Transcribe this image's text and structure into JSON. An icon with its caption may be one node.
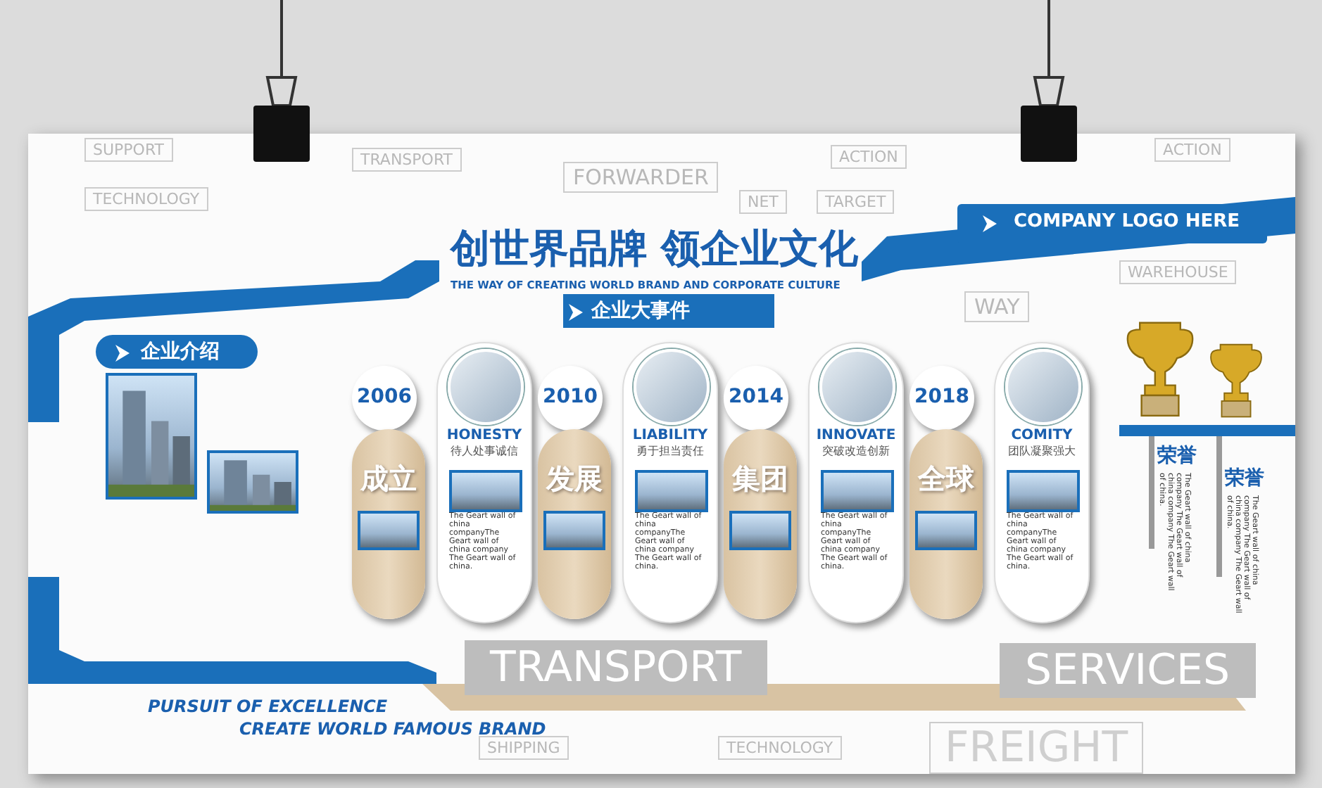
{
  "diagram": {
    "nodes": [
      {
        "text": [
          "创世界品牌 领企业文化",
          "THE WAY OF CREATING WORLD BRAND AND CORPORATE CULTURE"
        ]
      },
      {
        "text": [
          "COMPANY LOGO HERE"
        ]
      },
      {
        "text": [
          "企业大事件"
        ]
      },
      {
        "text": [
          "企业介绍"
        ]
      },
      {
        "text": [],
        "shape": "picture"
      },
      {
        "text": [],
        "shape": "picture"
      },
      {
        "text": [
          "2006"
        ]
      },
      {
        "text": [
          "成立"
        ]
      },
      {
        "text": [],
        "shape": "picture",
        "in": 7
      },
      {
        "text": [
          "HONESTY",
          "待人处事诚信",
          "The Geart wall of china companyThe Geart wall of china company The Geart wall of china."
        ]
      },
      {
        "text": [],
        "shape": "picture",
        "in": 9
      },
      {
        "text": [],
        "shape": "picture",
        "in": 9
      },
      {
        "text": [
          "2010"
        ]
      },
      {
        "text": [
          "发展"
        ]
      },
      {
        "text": [],
        "shape": "picture",
        "in": 13
      },
      {
        "text": [
          "LIABILITY",
          "勇于担当责任",
          "The Geart wall of china companyThe Geart wall of china company The Geart wall of china."
        ]
      },
      {
        "text": [],
        "shape": "picture",
        "in": 15
      },
      {
        "text": [],
        "shape": "picture",
        "in": 15
      },
      {
        "text": [
          "2014"
        ]
      },
      {
        "text": [
          "集团"
        ]
      },
      {
        "text": [],
        "shape": "picture",
        "in": 19
      },
      {
        "text": [
          "INNOVATE",
          "突破改造创新",
          "The Geart wall of china companyThe Geart wall of china company The Geart wall of china."
        ]
      },
      {
        "text": [],
        "shape": "picture",
        "in": 21
      },
      {
        "text": [],
        "shape": "picture",
        "in": 21
      },
      {
        "text": [
          "2018"
        ]
      },
      {
        "text": [
          "全球"
        ]
      },
      {
        "text": [],
        "shape": "picture",
        "in": 25
      },
      {
        "text": [
          "COMITY",
          "团队凝聚强大",
          "The Geart wall of china companyThe Geart wall of china company The Geart wall of china."
        ]
      },
      {
        "text": [],
        "shape": "picture",
        "in": 27
      },
      {
        "text": [],
        "shape": "picture",
        "in": 27
      },
      {
        "text": [],
        "shape": "picture"
      },
      {
        "text": [],
        "shape": "picture"
      },
      {
        "text": [
          "荣誉",
          "The Geart wall of china company The Geart wall of china company The Geart wall of china."
        ]
      },
      {
        "text": [
          "荣誉",
          "The Geart wall of china company The Geart wall of china company The Geart wall of china."
        ]
      }
    ],
    "labels": [
      "PURSUIT OF EXCELLENCE",
      "CREATE WORLD FAMOUS BRAND",
      "SUPPORT",
      "TRANSPORT",
      "FORWARDER",
      "ACTION",
      "TECHNOLOGY",
      "NET",
      "TARGET",
      "ACTION",
      "WAREHOUSE",
      "WAY",
      "TRANSPORT",
      "SERVICES",
      "FREIGHT",
      "SHIPPING",
      "TECHNOLOGY"
    ]
  }
}
